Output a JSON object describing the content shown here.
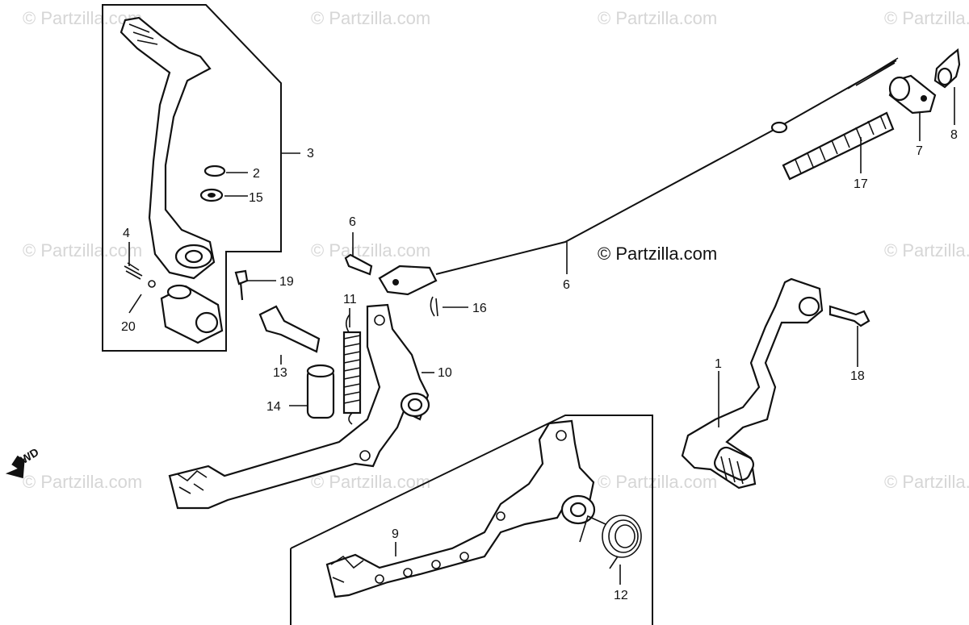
{
  "watermark_text": "© Partzilla.com",
  "main_watermark_text": "© Partzilla.com",
  "fwd_label": "FWD",
  "callouts": {
    "c1": "1",
    "c2": "2",
    "c3": "3",
    "c4": "4",
    "c6a": "6",
    "c6b": "6",
    "c7": "7",
    "c8": "8",
    "c9": "9",
    "c10": "10",
    "c11": "11",
    "c12": "12",
    "c13": "13",
    "c14": "14",
    "c15": "15",
    "c16": "16",
    "c17": "17",
    "c18": "18",
    "c19": "19",
    "c20": "20"
  }
}
